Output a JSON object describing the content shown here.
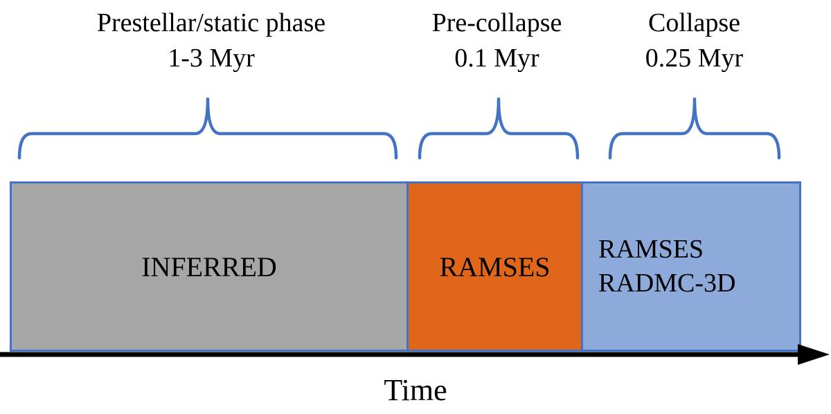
{
  "diagram": {
    "phases": [
      {
        "phase_name": "Prestellar/static phase",
        "duration": "1-3 Myr",
        "box_label": "INFERRED",
        "box_color": "#A6A6A6"
      },
      {
        "phase_name": "Pre-collapse",
        "duration": "0.1 Myr",
        "box_label": "RAMSES",
        "box_color": "#E0661A"
      },
      {
        "phase_name": "Collapse",
        "duration": "0.25 Myr",
        "box_label_line1": "RAMSES",
        "box_label_line2": "RADMC-3D",
        "box_color": "#8EAADB"
      }
    ],
    "axis_label": "Time",
    "colors": {
      "brace": "#4472C4",
      "box_border": "#4472C4",
      "arrow": "#000000",
      "text": "#000000"
    }
  }
}
